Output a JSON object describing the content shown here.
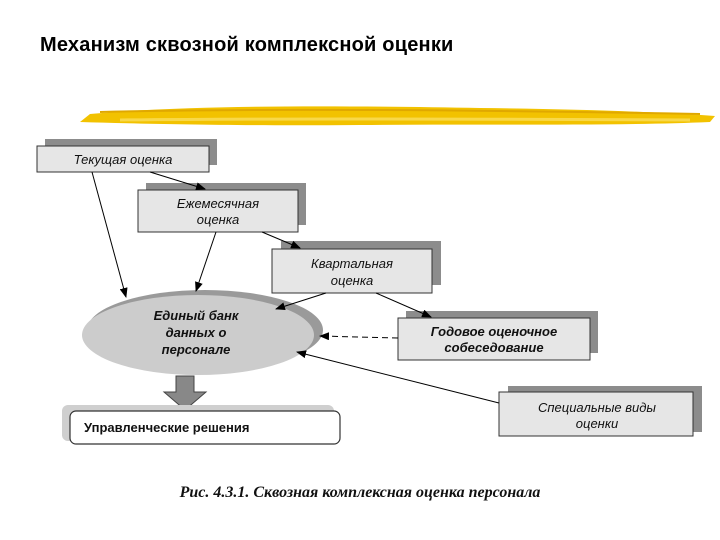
{
  "title": "Механизм сквозной комплексной оценки",
  "diagram": {
    "current": "Текущая оценка",
    "monthly": [
      "Ежемесячная",
      "оценка"
    ],
    "quarterly": [
      "Квартальная",
      "оценка"
    ],
    "annual": [
      "Годовое оценочное",
      "собеседование"
    ],
    "special": [
      "Специальные виды",
      "оценки"
    ],
    "bank": [
      "Единый банк",
      "данных о",
      "персонале"
    ],
    "decisions": "Управленческие решения"
  },
  "caption": "Рис. 4.3.1. Сквозная комплексная оценка персонала",
  "colors": {
    "accent": "#f2c200",
    "box_fill": "#e6e6e6",
    "shadow": "#8c8c8c",
    "ellipse": "#cccccc"
  }
}
